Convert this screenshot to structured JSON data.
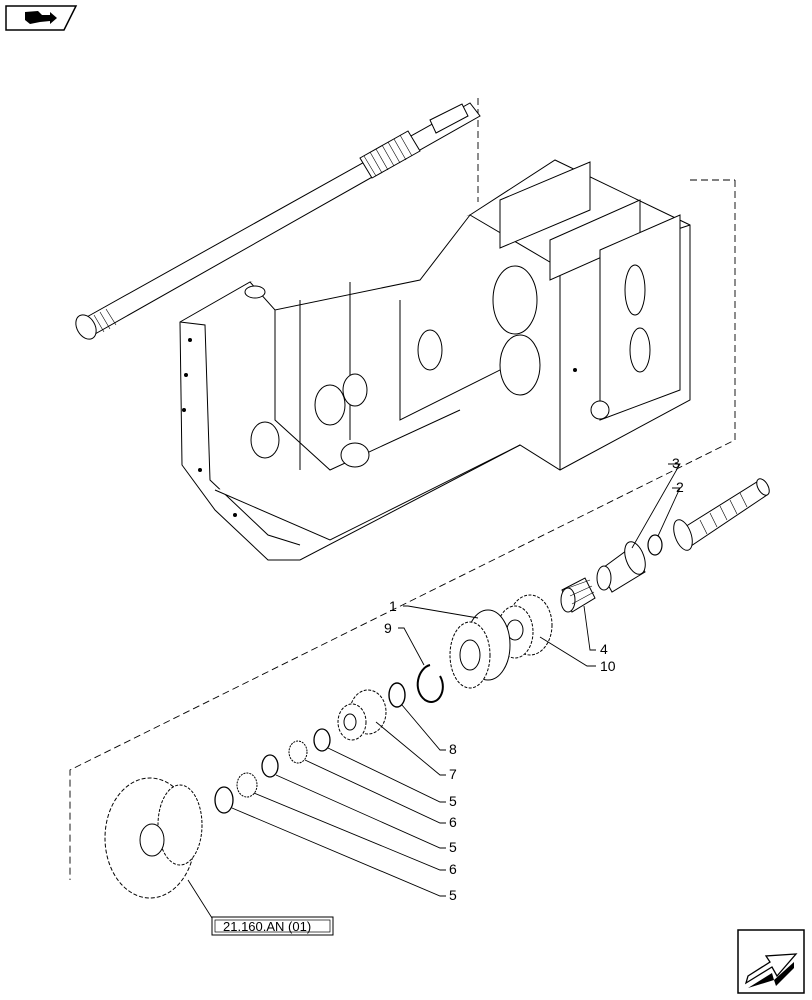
{
  "diagram": {
    "callouts": {
      "c1": "1",
      "c2": "2",
      "c3": "3",
      "c4": "4",
      "c5a": "5",
      "c5b": "5",
      "c5c": "5",
      "c6a": "6",
      "c6b": "6",
      "c7": "7",
      "c8": "8",
      "c9": "9",
      "c10": "10"
    },
    "reference_label": "21.160.AN (01)"
  },
  "icons": {
    "top_left": "book-arrow-icon",
    "bottom_right": "next-page-arrow-icon"
  }
}
